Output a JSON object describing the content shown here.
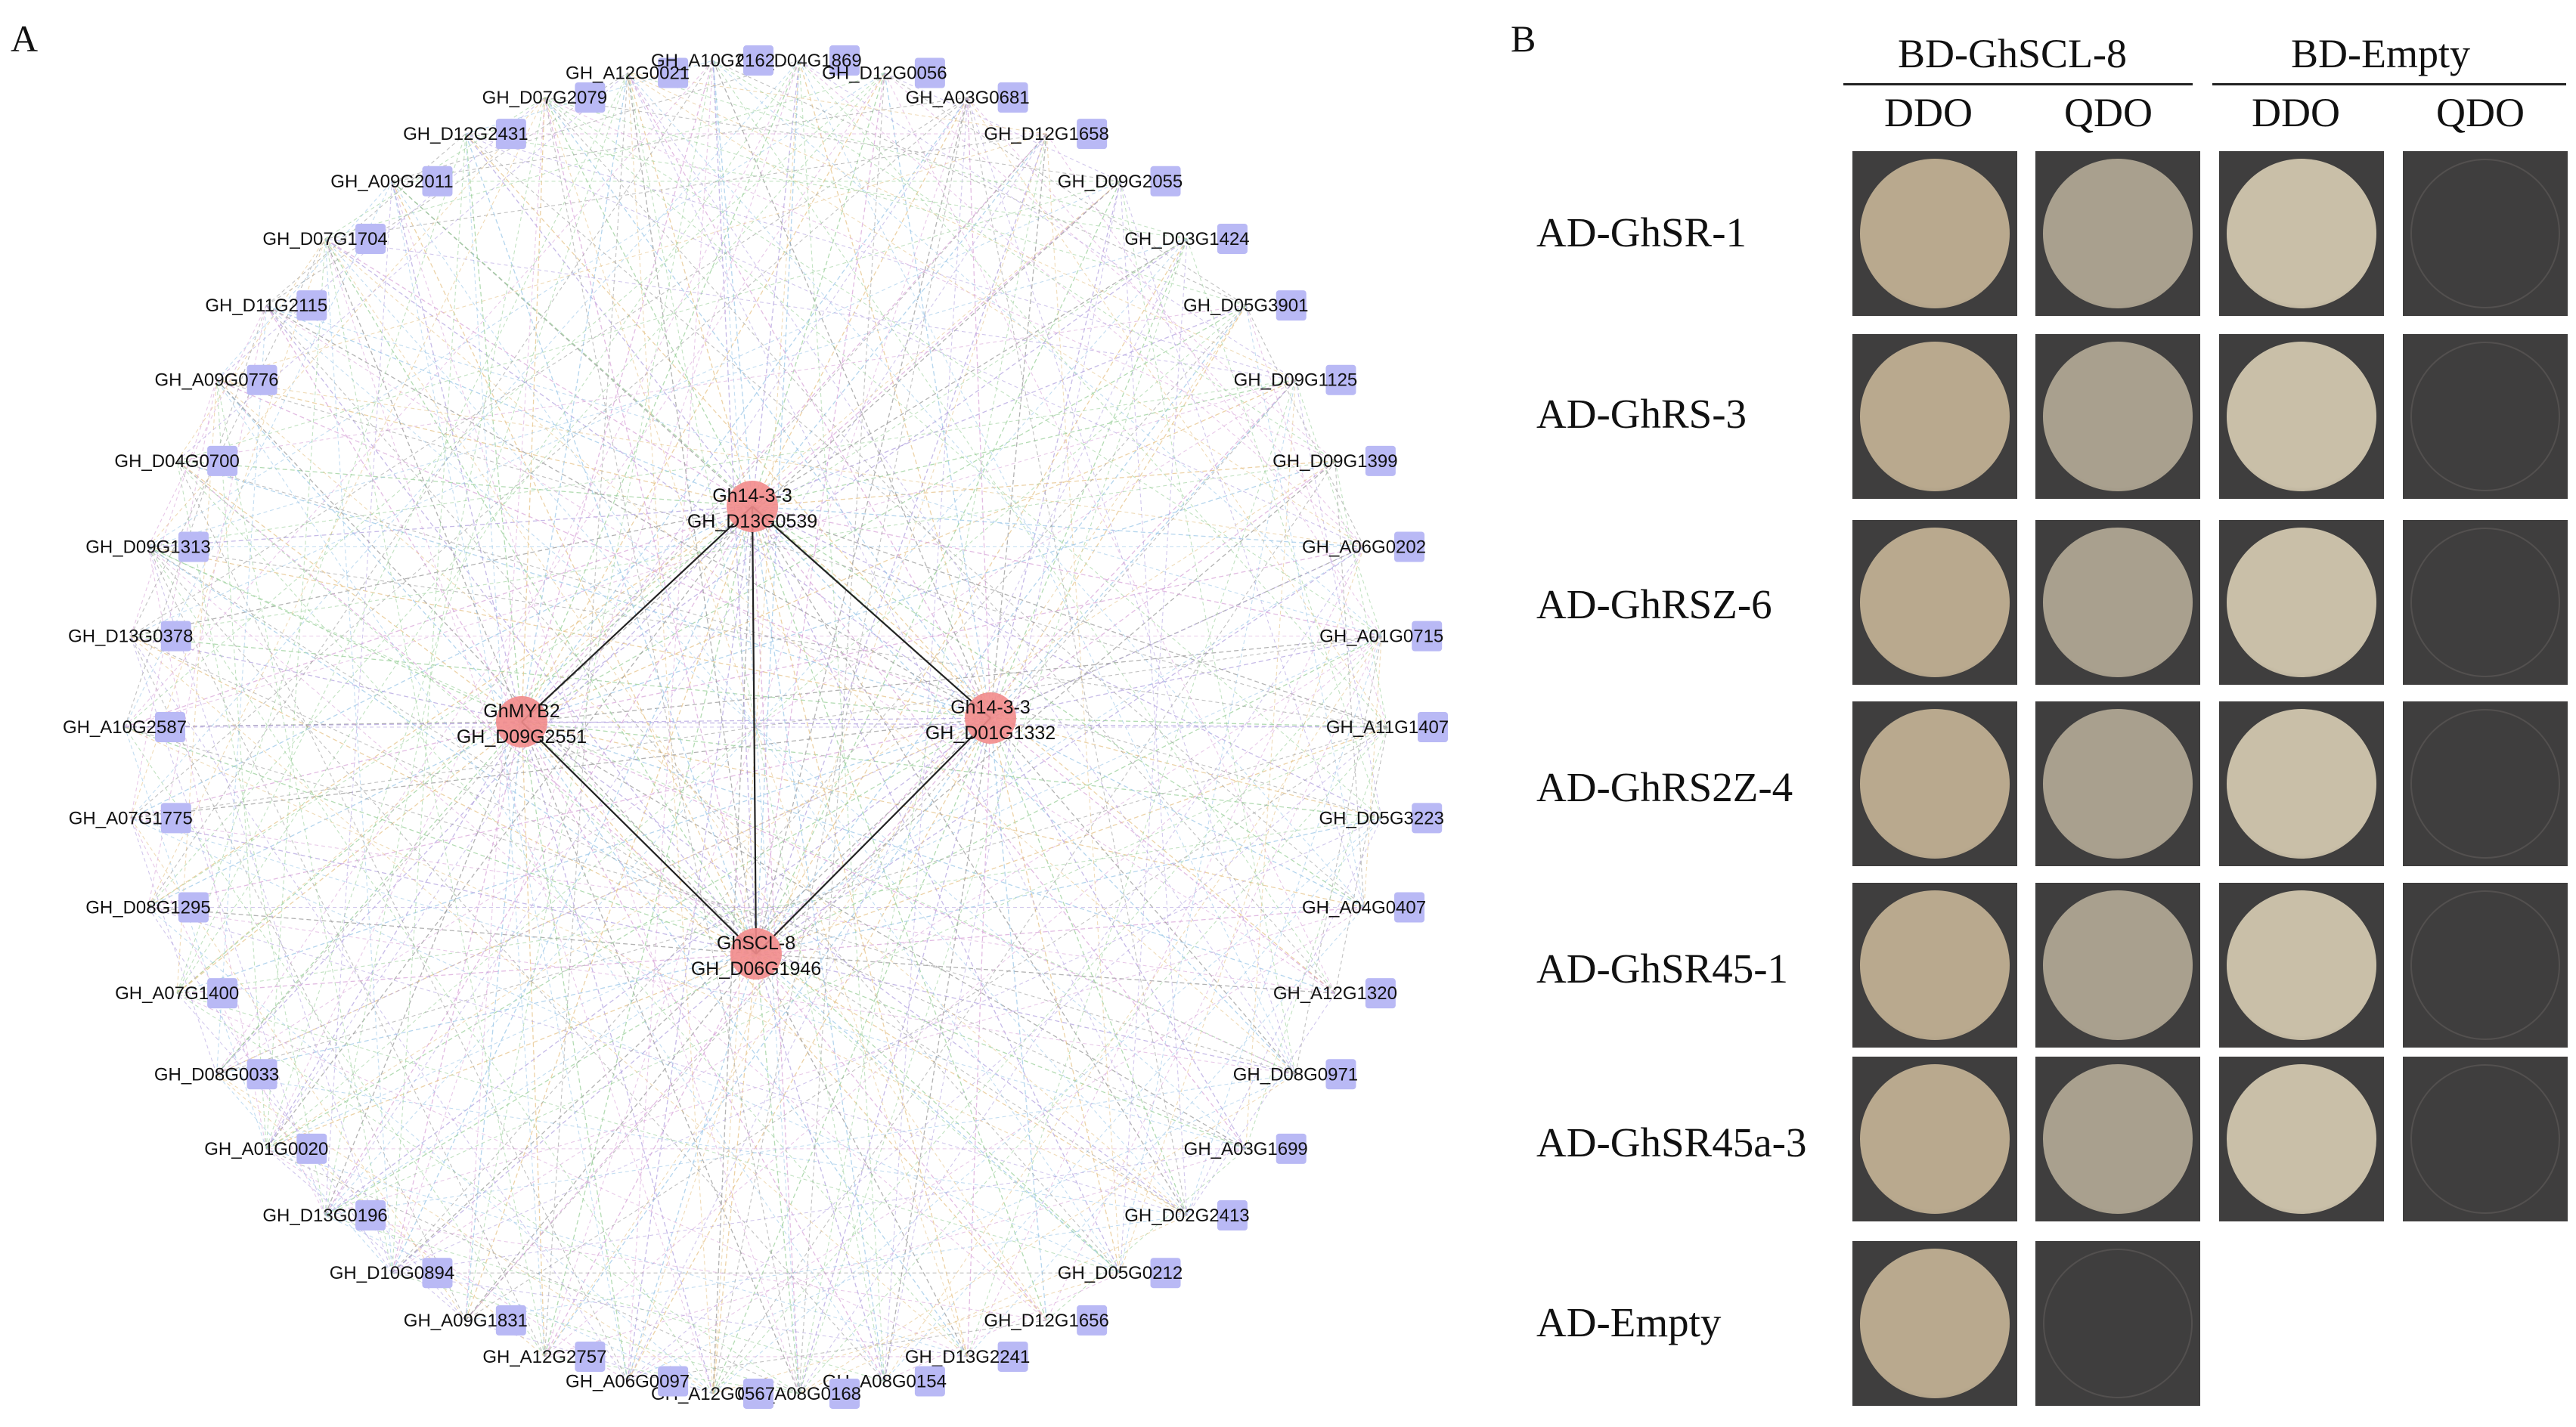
{
  "panel_a": {
    "letter": "A",
    "hubs": [
      {
        "id": "h1",
        "line1": "Gh14-3-3",
        "line2": "GH_D13G0539"
      },
      {
        "id": "h2",
        "line1": "GhMYB2",
        "line2": "GH_D09G2551"
      },
      {
        "id": "h3",
        "line1": "Gh14-3-3",
        "line2": "GH_D01G1332"
      },
      {
        "id": "h4",
        "line1": "GhSCL-8",
        "line2": "GH_D06G1946"
      }
    ],
    "nodes": [
      "GH_D04G1869",
      "GH_D12G0056",
      "GH_A03G0681",
      "GH_D12G1658",
      "GH_D09G2055",
      "GH_D03G1424",
      "GH_D05G3901",
      "GH_D09G1125",
      "GH_D09G1399",
      "GH_A06G0202",
      "GH_A01G0715",
      "GH_A11G1407",
      "GH_D05G3223",
      "GH_A04G0407",
      "GH_A12G1320",
      "GH_D08G0971",
      "GH_A03G1699",
      "GH_D02G2413",
      "GH_D05G0212",
      "GH_D12G1656",
      "GH_D13G2241",
      "GH_A08G0154",
      "GH_A08G0168",
      "GH_A12G0567",
      "GH_A06G0097",
      "GH_A12G2757",
      "GH_A09G1831",
      "GH_D10G0894",
      "GH_D13G0196",
      "GH_A01G0020",
      "GH_D08G0033",
      "GH_A07G1400",
      "GH_D08G1295",
      "GH_A07G1775",
      "GH_A10G2587",
      "GH_D13G0378",
      "GH_D09G1313",
      "GH_D04G0700",
      "GH_A09G0776",
      "GH_D11G2115",
      "GH_D07G1704",
      "GH_A09G2011",
      "GH_D12G2431",
      "GH_D07G2079",
      "GH_A12G0021",
      "GH_A10G2162"
    ],
    "colors": {
      "hub": "#f28b8b",
      "node": "#b9b9f5",
      "edge_colors": [
        "#b3a3e0",
        "#9ad09a",
        "#e6c48a",
        "#9cc7e8",
        "#d9a6d9",
        "#999999"
      ]
    }
  },
  "panel_b": {
    "letter": "B",
    "groups": [
      {
        "label": "BD-GhSCL-8",
        "media": [
          "DDO",
          "QDO"
        ]
      },
      {
        "label": "BD-Empty",
        "media": [
          "DDO",
          "QDO"
        ]
      }
    ],
    "rows": [
      {
        "label": "AD-GhSR-1",
        "growth": [
          1,
          1,
          1,
          0
        ]
      },
      {
        "label": "AD-GhRS-3",
        "growth": [
          1,
          1,
          1,
          0
        ]
      },
      {
        "label": "AD-GhRSZ-6",
        "growth": [
          1,
          1,
          1,
          0
        ]
      },
      {
        "label": "AD-GhRS2Z-4",
        "growth": [
          1,
          1,
          1,
          0
        ]
      },
      {
        "label": "AD-GhSR45-1",
        "growth": [
          1,
          1,
          1,
          0
        ]
      },
      {
        "label": "AD-GhSR45a-3",
        "growth": [
          1,
          1,
          1,
          0
        ]
      },
      {
        "label": "AD-Empty",
        "growth": [
          1,
          0
        ]
      }
    ]
  }
}
